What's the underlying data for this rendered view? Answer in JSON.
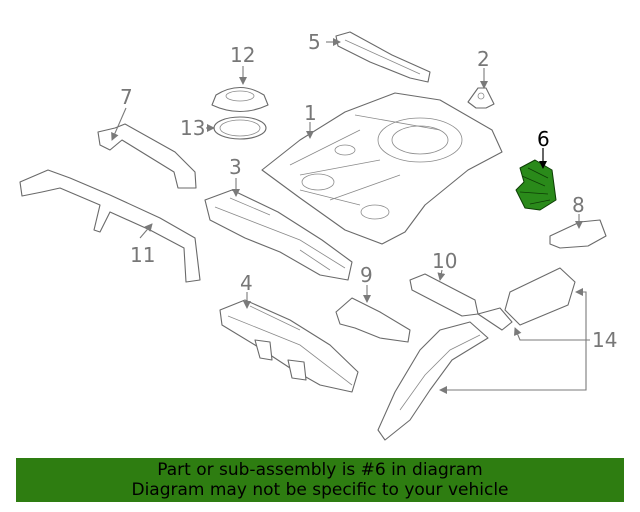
{
  "diagram": {
    "callouts": {
      "c1": "1",
      "c2": "2",
      "c3": "3",
      "c4": "4",
      "c5": "5",
      "c6": "6",
      "c7": "7",
      "c8": "8",
      "c9": "9",
      "c10": "10",
      "c11": "11",
      "c12": "12",
      "c13": "13",
      "c14": "14"
    },
    "highlighted_part": "6",
    "highlight_color": "#2e7d11"
  },
  "banner": {
    "line1": "Part or sub-assembly is #6 in diagram",
    "line2": "Diagram may not be specific to your vehicle"
  }
}
